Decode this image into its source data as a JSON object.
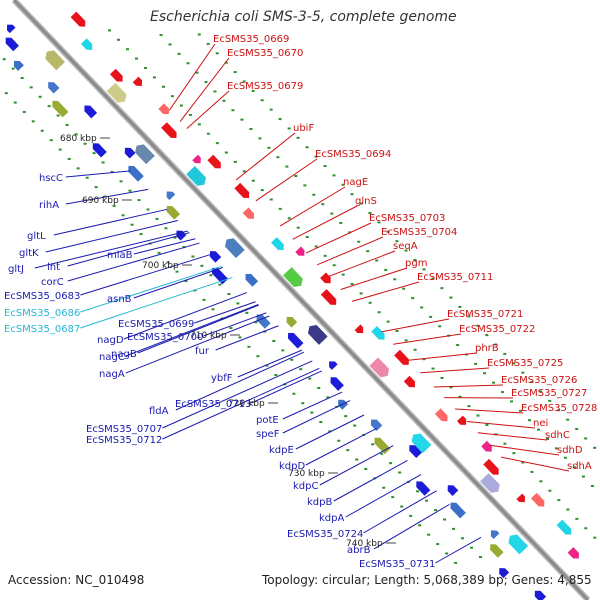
{
  "title": "Escherichia coli SMS-3-5, complete genome",
  "footer": {
    "accession": "Accession: NC_010498",
    "summary": "Topology: circular; Length: 5,068,389 bp; Genes: 4,855"
  },
  "colors": {
    "forward_gene": "#e8121b",
    "reverse_gene": "#1b1bd8",
    "forward_label": "#cc1111",
    "reverse_label": "#1a1ab0",
    "highlight_label": "#26b8d6",
    "backbone": "#8a8a8a",
    "dot_track": "#2f8f2f"
  },
  "kbp_ticks": [
    "680 kbp",
    "690 kbp",
    "700 kbp",
    "710 kbp",
    "720 kbp",
    "730 kbp",
    "740 kbp"
  ],
  "forward_labels": [
    "EcSMS35_0669",
    "EcSMS35_0670",
    "EcSMS35_0679",
    "ubiF",
    "EcSMS35_0694",
    "nagE",
    "glnS",
    "EcSMS35_0703",
    "EcSMS35_0704",
    "seqA",
    "pgm",
    "EcSMS35_0711",
    "EcSMS35_0721",
    "EcSMS35_0722",
    "phrB",
    "EcSMS35_0725",
    "EcSMS35_0726",
    "EcSMS35_0727",
    "EcSMS35_0728",
    "nei",
    "sdhC",
    "sdhD",
    "sdhA"
  ],
  "reverse_labels": [
    {
      "name": "hscC",
      "highlight": false
    },
    {
      "name": "rihA",
      "highlight": false
    },
    {
      "name": "gltL",
      "highlight": false
    },
    {
      "name": "gltK",
      "highlight": false
    },
    {
      "name": "gltJ",
      "highlight": false
    },
    {
      "name": "lnt",
      "highlight": false
    },
    {
      "name": "corC",
      "highlight": false
    },
    {
      "name": "EcSMS35_0683",
      "highlight": false
    },
    {
      "name": "miaB",
      "highlight": false
    },
    {
      "name": "asnB",
      "highlight": false
    },
    {
      "name": "EcSMS35_0686",
      "highlight": true
    },
    {
      "name": "EcSMS35_0687",
      "highlight": true
    },
    {
      "name": "EcSMS35_0699",
      "highlight": false
    },
    {
      "name": "EcSMS35_0700",
      "highlight": false
    },
    {
      "name": "nagD",
      "highlight": false
    },
    {
      "name": "nagB",
      "highlight": false
    },
    {
      "name": "nagC",
      "highlight": false
    },
    {
      "name": "nagA",
      "highlight": false
    },
    {
      "name": "fur",
      "highlight": false
    },
    {
      "name": "ybfF",
      "highlight": false
    },
    {
      "name": "fldA",
      "highlight": false
    },
    {
      "name": "EcSMS35_0713",
      "highlight": false
    },
    {
      "name": "EcSMS35_0707",
      "highlight": false
    },
    {
      "name": "EcSMS35_0712",
      "highlight": false
    },
    {
      "name": "potE",
      "highlight": false
    },
    {
      "name": "speF",
      "highlight": false
    },
    {
      "name": "kdpE",
      "highlight": false
    },
    {
      "name": "kdpD",
      "highlight": false
    },
    {
      "name": "kdpC",
      "highlight": false
    },
    {
      "name": "kdpB",
      "highlight": false
    },
    {
      "name": "kdpA",
      "highlight": false
    },
    {
      "name": "EcSMS35_0724",
      "highlight": false
    },
    {
      "name": "abrB",
      "highlight": false
    },
    {
      "name": "EcSMS35_0731",
      "highlight": false
    }
  ]
}
